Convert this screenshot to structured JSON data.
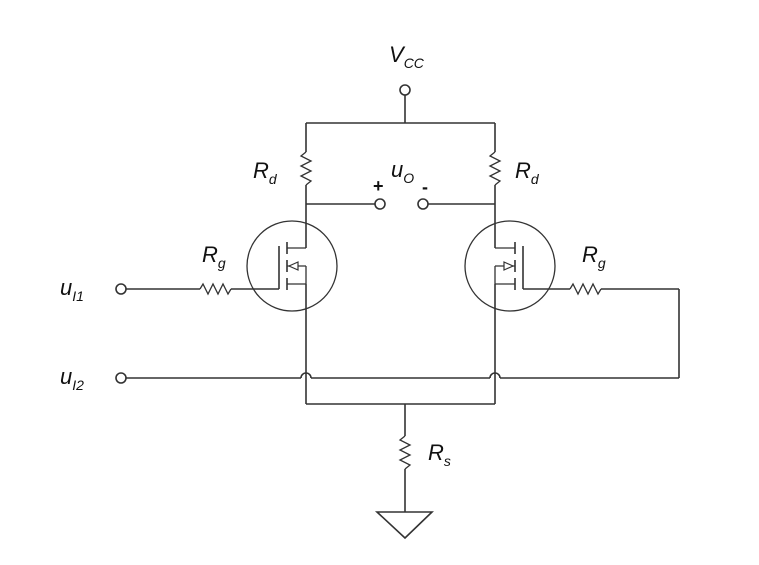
{
  "labels": {
    "vcc_main": "V",
    "vcc_sub": "CC",
    "rd_left_main": "R",
    "rd_left_sub": "d",
    "rd_right_main": "R",
    "rd_right_sub": "d",
    "uo_main": "u",
    "uo_sub": "O",
    "plus": "+",
    "minus": "-",
    "rg_left_main": "R",
    "rg_left_sub": "g",
    "rg_right_main": "R",
    "rg_right_sub": "g",
    "ui1_main": "u",
    "ui1_sub": "I1",
    "ui2_main": "u",
    "ui2_sub": "I2",
    "rs_main": "R",
    "rs_sub": "s"
  },
  "colors": {
    "wire": "#333333",
    "background": "#ffffff"
  }
}
